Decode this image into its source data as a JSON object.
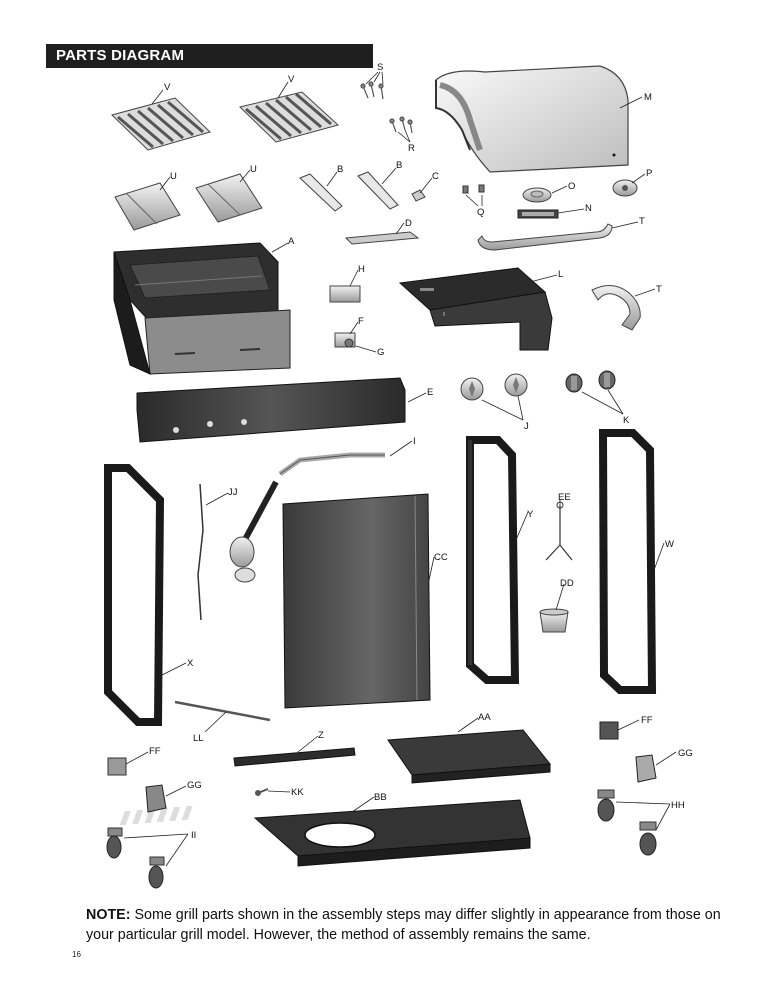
{
  "header": {
    "title": "PARTS DIAGRAM"
  },
  "labels": {
    "V1": "V",
    "V2": "V",
    "S": "S",
    "M": "M",
    "R": "R",
    "U1": "U",
    "U2": "U",
    "B1": "B",
    "B2": "B",
    "C": "C",
    "O": "O",
    "P": "P",
    "Q": "Q",
    "N": "N",
    "D": "D",
    "T1": "T",
    "A": "A",
    "H": "H",
    "L": "L",
    "T2": "T",
    "F": "F",
    "G": "G",
    "E": "E",
    "J": "J",
    "K": "K",
    "I": "I",
    "JJ": "JJ",
    "EE": "EE",
    "Y": "Y",
    "W": "W",
    "CC": "CC",
    "DD": "DD",
    "X": "X",
    "AA": "AA",
    "FF1": "FF",
    "FF2": "FF",
    "LL": "LL",
    "Z": "Z",
    "GG1": "GG",
    "GG2": "GG",
    "KK": "KK",
    "BB": "BB",
    "HH": "HH",
    "II": "II"
  },
  "note": {
    "prefix": "NOTE:",
    "text": " Some grill parts shown in the assembly steps may differ slightly in appearance from those on your particular grill model. However, the method of assembly remains the same."
  },
  "page_number": "16"
}
